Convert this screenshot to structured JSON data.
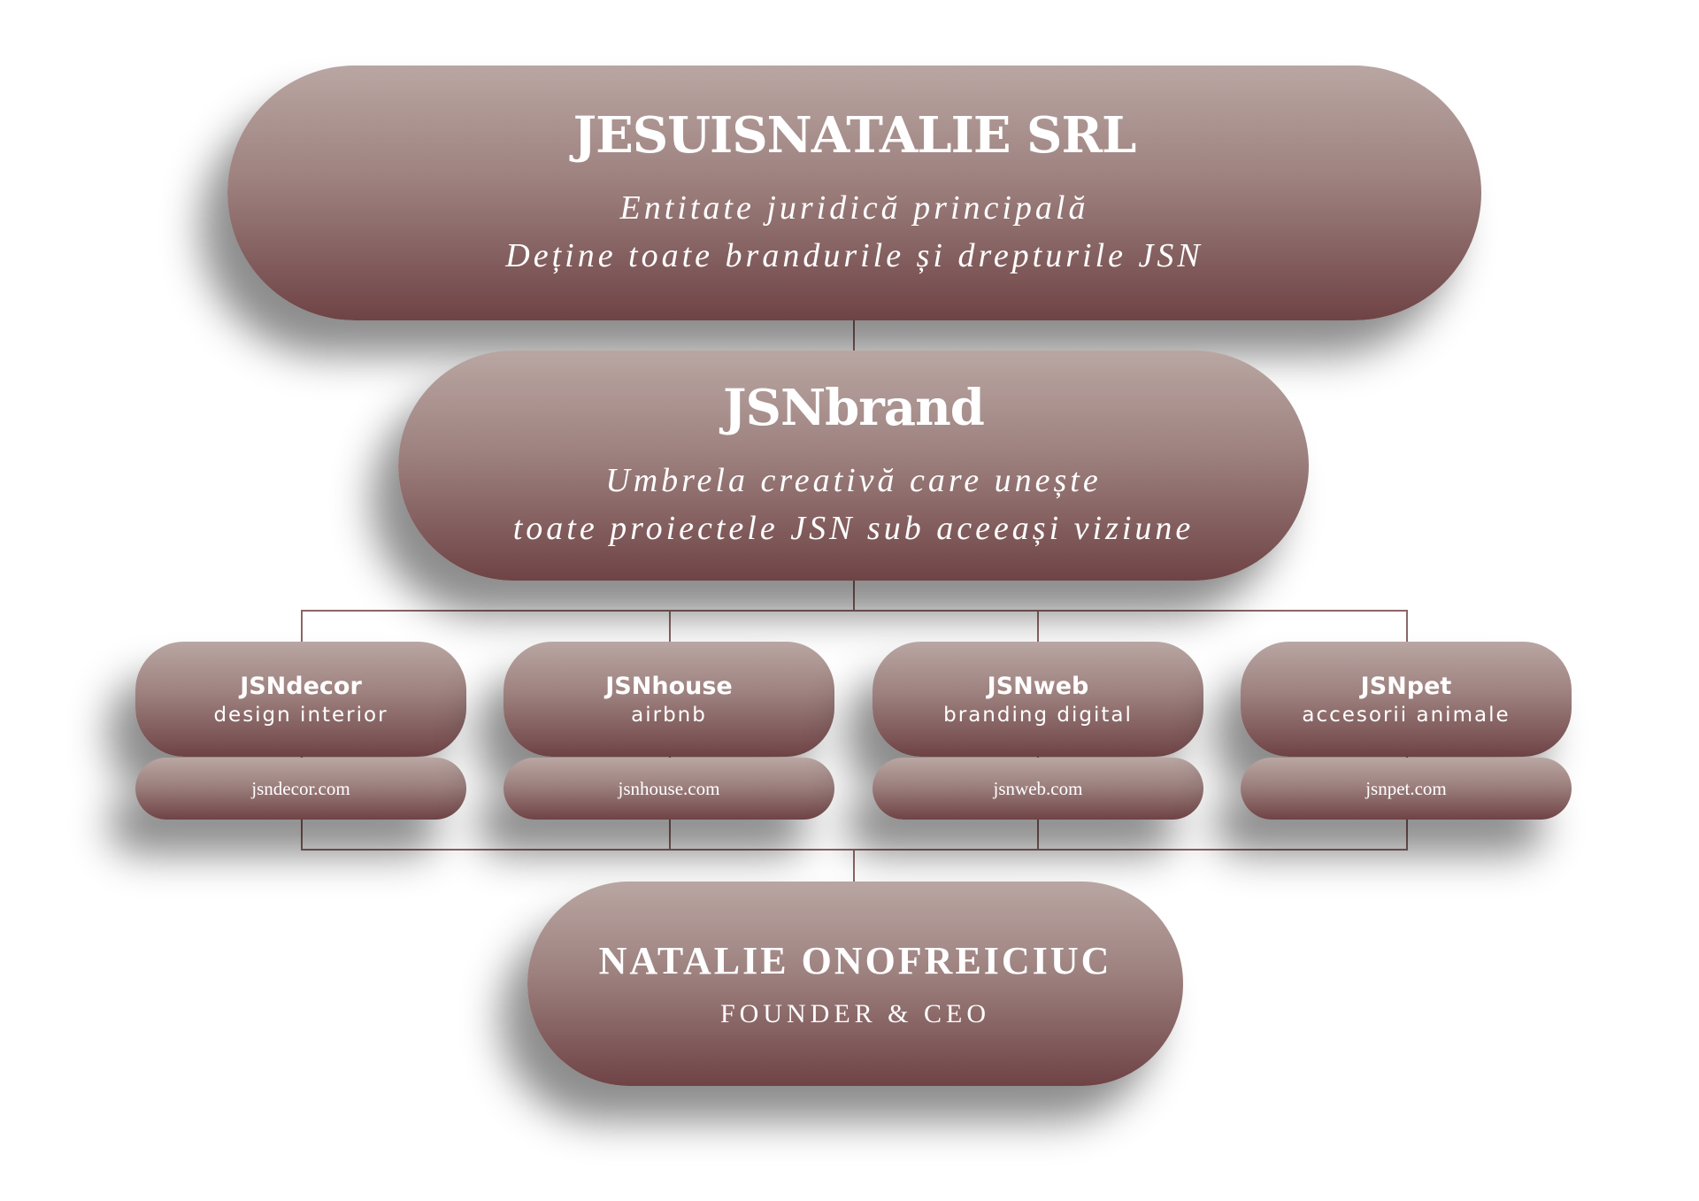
{
  "legal_entity": {
    "title": "JESUISNATALIE SRL",
    "line1": "Entitate juridică principală",
    "line2": "Deține toate brandurile și drepturile JSN"
  },
  "brand": {
    "title": "JSNbrand",
    "line1": "Umbrela creativă care unește",
    "line2": "toate proiectele JSN sub aceeași viziune"
  },
  "sub_brands": [
    {
      "name": "JSNdecor",
      "desc": "design interior",
      "url": "jsndecor.com"
    },
    {
      "name": "JSNhouse",
      "desc": "airbnb",
      "url": "jsnhouse.com"
    },
    {
      "name": "JSNweb",
      "desc": "branding digital",
      "url": "jsnweb.com"
    },
    {
      "name": "JSNpet",
      "desc": "accesorii animale",
      "url": "jsnpet.com"
    }
  ],
  "founder": {
    "name": "NATALIE ONOFREICIUC",
    "role": "FOUNDER & CEO"
  },
  "colors": {
    "pill_top": "#b9a6a2",
    "pill_bottom": "#6f4345",
    "connector": "#8c6667"
  }
}
